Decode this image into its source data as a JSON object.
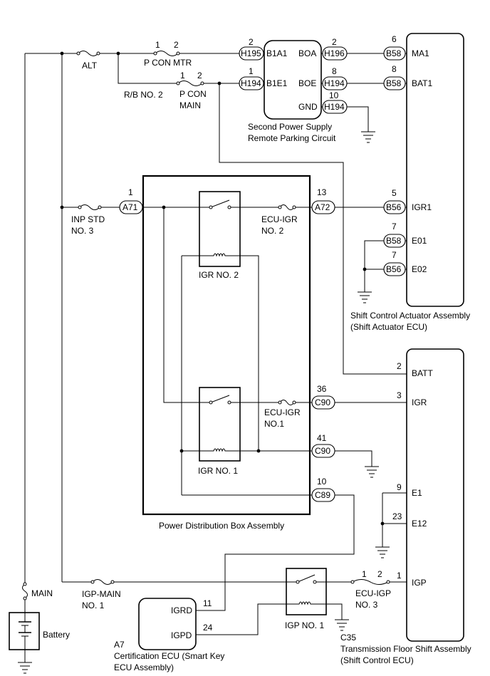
{
  "fuses": {
    "alt": "ALT",
    "p_con_mtr": "P CON MTR",
    "p_con_mtr_pin1": "1",
    "p_con_mtr_pin2": "2",
    "rb_no2": "R/B NO. 2",
    "p_con_main_l1": "P CON",
    "p_con_main_l2": "MAIN",
    "p_con_main_pin1": "1",
    "p_con_main_pin2": "2",
    "inp_std_l1": "INP STD",
    "inp_std_l2": "NO. 3",
    "ecu_igr2_l1": "ECU-IGR",
    "ecu_igr2_l2": "NO. 2",
    "ecu_igr1_l1": "ECU-IGR",
    "ecu_igr1_l2": "NO.1",
    "igp_main_l1": "IGP-MAIN",
    "igp_main_l2": "NO. 1",
    "ecu_igp_l1": "ECU-IGP",
    "ecu_igp_l2": "NO. 3",
    "ecu_igp_pin1": "1",
    "ecu_igp_pin2": "2",
    "main": "MAIN"
  },
  "second_power": {
    "label_l1": "Second Power Supply",
    "label_l2": "Remote Parking Circuit",
    "pin_b1a1": "B1A1",
    "pin_b1e1": "B1E1",
    "pin_boa": "BOA",
    "pin_boe": "BOE",
    "pin_gnd": "GND"
  },
  "connectors": {
    "h195": "H195",
    "h195_pin": "2",
    "h194_in": "H194",
    "h194_in_pin": "1",
    "h196": "H196",
    "h196_pin": "2",
    "h194_boe": "H194",
    "h194_boe_pin": "8",
    "h194_gnd": "H194",
    "h194_gnd_pin": "10",
    "b58_ma1": "B58",
    "b58_ma1_pin": "6",
    "b58_bat1": "B58",
    "b58_bat1_pin": "8",
    "a71": "A71",
    "a71_pin": "1",
    "a72": "A72",
    "a72_pin": "13",
    "b56_igr1": "B56",
    "b56_igr1_pin": "5",
    "b58_e01": "B58",
    "b58_e01_pin": "7",
    "b56_e02": "B56",
    "b56_e02_pin": "7",
    "c90_igr": "C90",
    "c90_igr_pin": "36",
    "c90_gnd": "C90",
    "c90_gnd_pin": "41",
    "c89": "C89",
    "c89_pin": "10"
  },
  "shift_actuator": {
    "pin_ma1": "MA1",
    "pin_bat1": "BAT1",
    "pin_igr1": "IGR1",
    "pin_e01": "E01",
    "pin_e02": "E02",
    "label_l1": "Shift Control Actuator Assembly",
    "label_l2": "(Shift Actuator ECU)"
  },
  "relays": {
    "igr_no2": "IGR NO. 2",
    "igr_no1": "IGR NO. 1",
    "igp_no1": "IGP NO. 1"
  },
  "pdb": {
    "label": "Power Distribution Box Assembly"
  },
  "floor_shift": {
    "pin_batt": "BATT",
    "pin_batt_no": "2",
    "pin_igr": "IGR",
    "pin_igr_no": "3",
    "pin_e1": "E1",
    "pin_e1_no": "9",
    "pin_e12": "E12",
    "pin_e12_no": "23",
    "pin_igp": "IGP",
    "pin_igp_no": "1",
    "connector": "C35",
    "label_l1": "Transmission Floor Shift Assembly",
    "label_l2": "(Shift Control ECU)"
  },
  "cert_ecu": {
    "connector": "A7",
    "pin_igrd": "IGRD",
    "pin_igrd_no": "11",
    "pin_igpd": "IGPD",
    "pin_igpd_no": "24",
    "label_l1": "Certification ECU (Smart Key",
    "label_l2": "ECU Assembly)"
  },
  "battery": {
    "label": "Battery"
  }
}
